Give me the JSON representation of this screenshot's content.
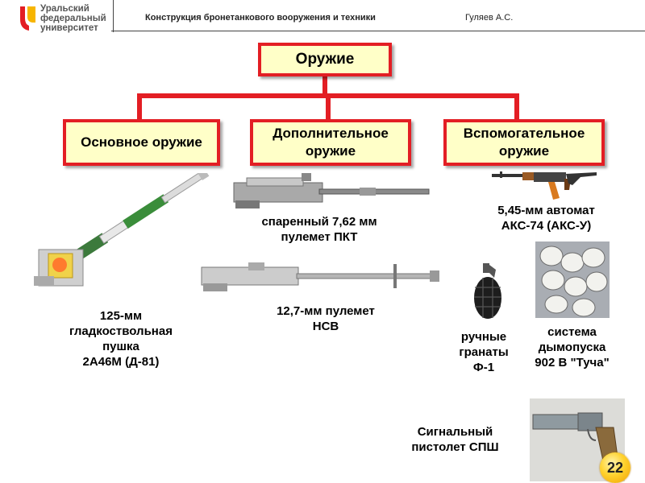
{
  "header": {
    "logo_line1": "Уральский",
    "logo_line2": "федеральный",
    "logo_line3": "университет",
    "title": "Конструкция бронетанкового вооружения и техники",
    "author": "Гуляев А.С."
  },
  "diagram": {
    "root": "Оружие",
    "branches": [
      {
        "label": "Основное оружие"
      },
      {
        "label": "Дополнительное\nоружие"
      },
      {
        "label": "Вспомогательное\nоружие"
      }
    ]
  },
  "items": {
    "gun_caption": "125-мм\nгладкоствольная\nпушка\n2А46М (Д-81)",
    "pkt_caption": "спаренный 7,62 мм\nпулемет ПКТ",
    "nsv_caption": "12,7-мм пулемет\nНСВ",
    "ak_caption": "5,45-мм автомат\nАКС-74 (АКС-У)",
    "grenade_caption": "ручные\nгранаты\nФ-1",
    "smoke_caption": "система\nдымопуска\n902 В \"Туча\"",
    "flare_caption": "Сигнальный\nпистолет СПШ"
  },
  "page_number": "22",
  "colors": {
    "connector": "#e31e24",
    "box_fill": "#ffffc8",
    "badge": "#ffd22e"
  }
}
